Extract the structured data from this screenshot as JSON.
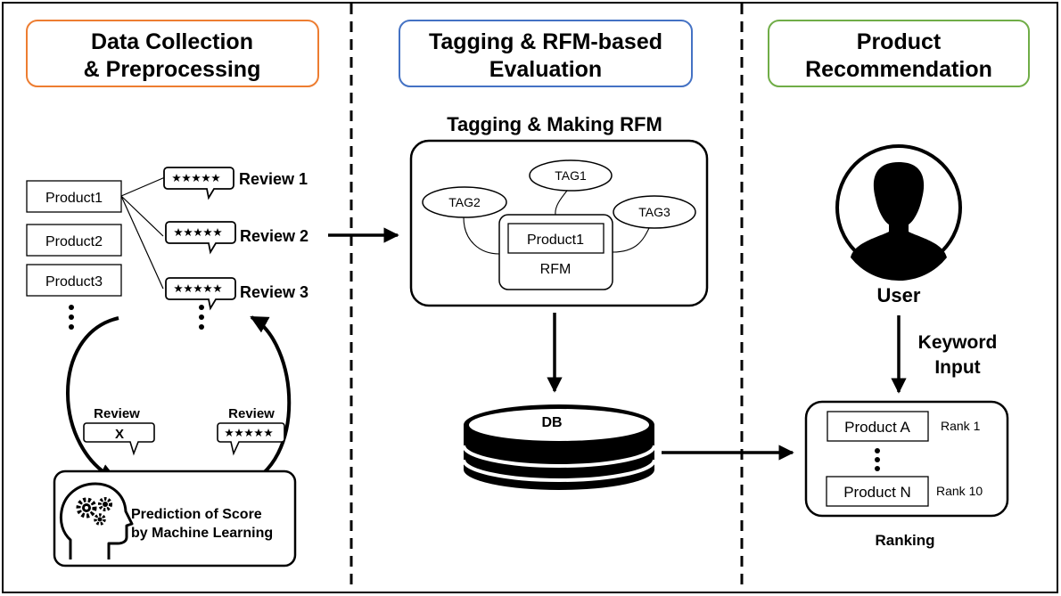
{
  "sections": {
    "collection": {
      "title_line1": "Data Collection",
      "title_line2": "& Preprocessing",
      "border_color": "#ED7D31",
      "products": [
        "Product1",
        "Product2",
        "Product3"
      ],
      "reviews": [
        "Review 1",
        "Review 2",
        "Review 3"
      ],
      "review_labels": [
        "Review",
        "Review"
      ],
      "review_mark_x": "X",
      "ml_line1": "Prediction of Score",
      "ml_line2": "by Machine Learning"
    },
    "tagging": {
      "title_line1": "Tagging & RFM-based",
      "title_line2": "Evaluation",
      "border_color": "#4472C4",
      "subtitle": "Tagging & Making RFM",
      "tags": [
        "TAG1",
        "TAG2",
        "TAG3"
      ],
      "product": "Product1",
      "rfm": "RFM",
      "db": "DB"
    },
    "recommendation": {
      "title_line1": "Product",
      "title_line2": "Recommendation",
      "border_color": "#70AD47",
      "user": "User",
      "keyword_line1": "Keyword",
      "keyword_line2": "Input",
      "products": [
        "Product A",
        "Product N"
      ],
      "ranks": [
        "Rank 1",
        "Rank 10"
      ],
      "ranking": "Ranking"
    }
  },
  "icons": [
    "star-rating-icon",
    "gear-head-icon",
    "user-silhouette-icon",
    "database-icon"
  ]
}
